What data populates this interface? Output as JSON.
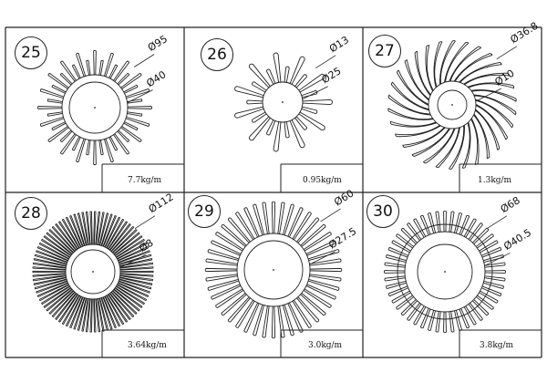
{
  "sheet": {
    "items": [
      {
        "number": "25",
        "weight": "7.7kg/m",
        "dims": [
          "Ø95",
          "Ø40"
        ],
        "fins": 40,
        "style": "long-short"
      },
      {
        "number": "26",
        "weight": "0.95kg/m",
        "dims": [
          "Ø13",
          "Ø25"
        ],
        "fins": 22,
        "style": "comb"
      },
      {
        "number": "27",
        "weight": "1.3kg/m",
        "dims": [
          "Ø36.8",
          "Ø10"
        ],
        "fins": 30,
        "style": "swirl"
      },
      {
        "number": "28",
        "weight": "3.64kg/m",
        "dims": [
          "Ø112",
          "Ø8"
        ],
        "fins": 90,
        "style": "dense"
      },
      {
        "number": "29",
        "weight": "3.0kg/m",
        "dims": [
          "Ø60",
          "Ø27.5"
        ],
        "fins": 44,
        "style": "ring"
      },
      {
        "number": "30",
        "weight": "3.8kg/m",
        "dims": [
          "Ø68",
          "Ø40.5"
        ],
        "fins": 48,
        "style": "double-ring"
      }
    ]
  }
}
